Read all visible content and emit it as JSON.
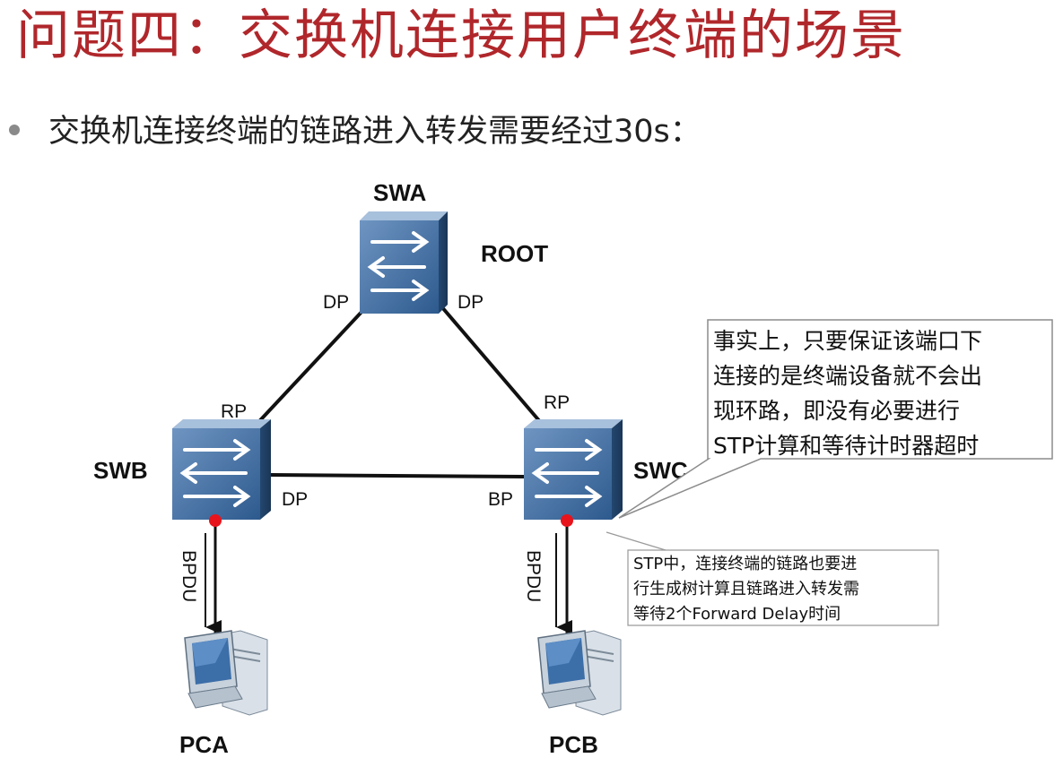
{
  "title": "问题四：交换机连接用户终端的场景",
  "bullet": "交换机连接终端的链路进入转发需要经过30s：",
  "nodes": {
    "swa": "SWA",
    "root": "ROOT",
    "swb": "SWB",
    "swc": "SWC",
    "pca": "PCA",
    "pcb": "PCB"
  },
  "ports": {
    "swa_left": "DP",
    "swa_right": "DP",
    "swb_top": "RP",
    "swc_top": "RP",
    "swb_right": "DP",
    "swc_left": "BP"
  },
  "bpdu_left": "BPDU",
  "bpdu_right": "BPDU",
  "callout_main": {
    "lines": [
      "事实上，只要保证该端口下",
      "连接的是终端设备就不会出",
      "现环路，即没有必要进行",
      "STP计算和等待计时器超时"
    ]
  },
  "callout_note": {
    "lines": [
      "STP中，连接终端的链路也要进",
      "行生成树计算且链路进入转发需",
      "等待2个Forward Delay时间"
    ]
  },
  "colors": {
    "title": "#b0272b",
    "switch_face": "#3f6ea3",
    "switch_top": "#8fb0d3",
    "port_dot": "#e8141b",
    "callout_bg": "#ffffff"
  }
}
